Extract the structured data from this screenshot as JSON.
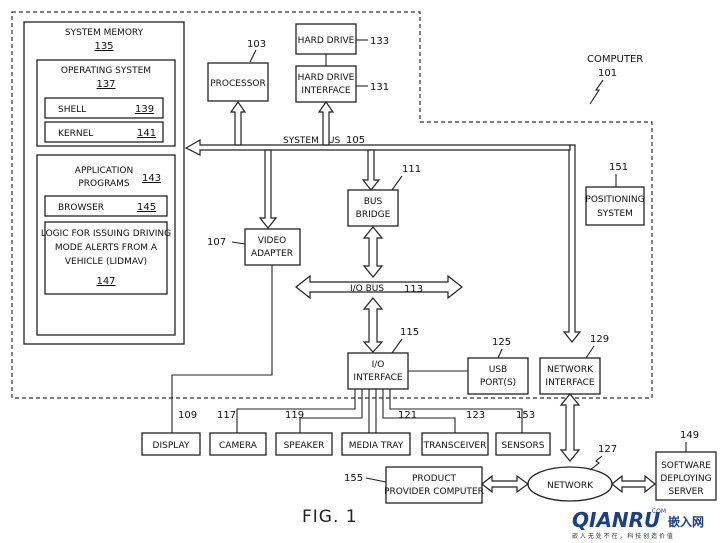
{
  "system_memory": {
    "title": "SYSTEM MEMORY",
    "ref": "135"
  },
  "operating_system": {
    "title": "OPERATING SYSTEM",
    "ref": "137"
  },
  "shell": {
    "label": "SHELL",
    "ref": "139"
  },
  "kernel": {
    "label": "KERNEL",
    "ref": "141"
  },
  "application_programs": {
    "line1": "APPLICATION",
    "line2": "PROGRAMS",
    "ref": "143"
  },
  "browser": {
    "label": "BROWSER",
    "ref": "145"
  },
  "logic": {
    "line1": "LOGIC FOR ISSUING DRIVING",
    "line2": "MODE ALERTS FROM A",
    "line3": "VEHICLE (LIDMAV)",
    "ref": "147"
  },
  "processor": {
    "label": "PROCESSOR",
    "ref": "103"
  },
  "hard_drive": {
    "label": "HARD DRIVE",
    "ref": "133"
  },
  "hard_drive_interface": {
    "line1": "HARD DRIVE",
    "line2": "INTERFACE",
    "ref": "131"
  },
  "computer": {
    "label": "COMPUTER",
    "ref": "101"
  },
  "system_bus": {
    "label": "SYSTEM BUS",
    "ref": "105"
  },
  "bus_bridge": {
    "line1": "BUS",
    "line2": "BRIDGE",
    "ref": "111"
  },
  "positioning_system": {
    "line1": "POSITIONING",
    "line2": "SYSTEM",
    "ref": "151"
  },
  "video_adapter": {
    "line1": "VIDEO",
    "line2": "ADAPTER",
    "ref": "107"
  },
  "io_bus": {
    "label": "I/O BUS",
    "ref": "113"
  },
  "io_interface": {
    "line1": "I/O",
    "line2": "INTERFACE",
    "ref": "115"
  },
  "usb_ports": {
    "line1": "USB",
    "line2": "PORT(S)",
    "ref": "125"
  },
  "network_interface": {
    "line1": "NETWORK",
    "line2": "INTERFACE",
    "ref": "129"
  },
  "display": {
    "label": "DISPLAY",
    "ref": "109"
  },
  "camera": {
    "label": "CAMERA",
    "ref": "117"
  },
  "speaker": {
    "label": "SPEAKER",
    "ref": "119"
  },
  "media_tray": {
    "label": "MEDIA TRAY",
    "ref": "121"
  },
  "transceiver": {
    "label": "TRANSCEIVER",
    "ref": "123"
  },
  "sensors": {
    "label": "SENSORS",
    "ref": "153"
  },
  "network": {
    "label": "NETWORK",
    "ref": "127"
  },
  "product_provider": {
    "line1": "PRODUCT",
    "line2": "PROVIDER COMPUTER",
    "ref": "155"
  },
  "software_deploying": {
    "line1": "SOFTWARE",
    "line2": "DEPLOYING",
    "line3": "SERVER",
    "ref": "149"
  },
  "figure": {
    "caption": "FIG. 1"
  },
  "watermark": {
    "brand": "QIANRU",
    "cn": "嵌入网",
    "dotcom": ".COM",
    "tagline": "嵌 入 无 处 不 在 ， 科 技 创 造 价 值"
  }
}
